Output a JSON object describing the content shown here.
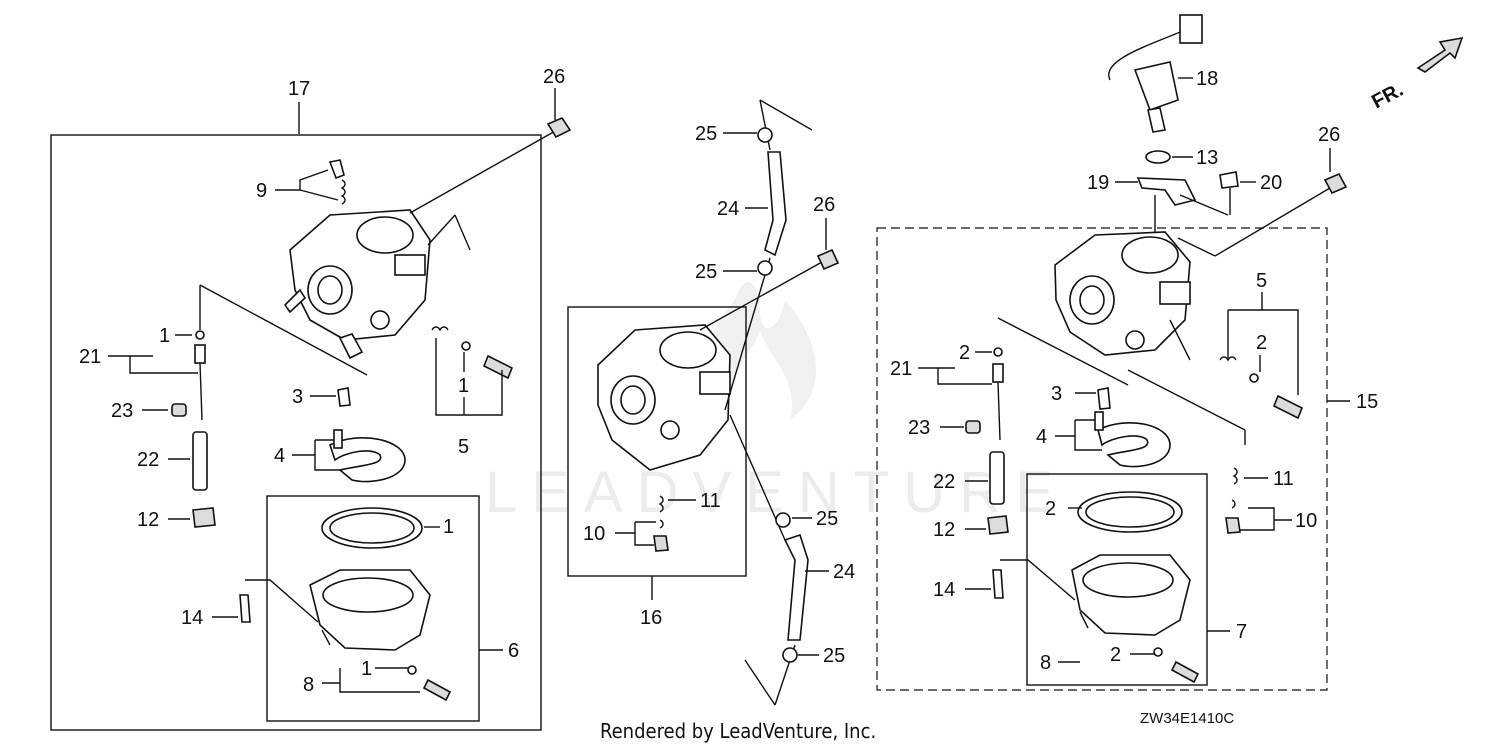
{
  "diagram": {
    "footer_text": "Rendered by LeadVenture, Inc.",
    "diagram_code": "ZW34E1410C",
    "watermark": "LEADVENTURE",
    "direction_label": "FR."
  },
  "callouts": [
    {
      "id": "c17a",
      "text": "17"
    },
    {
      "id": "c26a",
      "text": "26"
    },
    {
      "id": "c9",
      "text": "9"
    },
    {
      "id": "c1a",
      "text": "1"
    },
    {
      "id": "c21a",
      "text": "21"
    },
    {
      "id": "c23a",
      "text": "23"
    },
    {
      "id": "c22a",
      "text": "22"
    },
    {
      "id": "c12a",
      "text": "12"
    },
    {
      "id": "c3a",
      "text": "3"
    },
    {
      "id": "c4a",
      "text": "4"
    },
    {
      "id": "c1b",
      "text": "1"
    },
    {
      "id": "c5a",
      "text": "5"
    },
    {
      "id": "c1c",
      "text": "1"
    },
    {
      "id": "c6",
      "text": "6"
    },
    {
      "id": "c14a",
      "text": "14"
    },
    {
      "id": "c1d",
      "text": "1"
    },
    {
      "id": "c8a",
      "text": "8"
    },
    {
      "id": "c25a",
      "text": "25"
    },
    {
      "id": "c24a",
      "text": "24"
    },
    {
      "id": "c26b",
      "text": "26"
    },
    {
      "id": "c25b",
      "text": "25"
    },
    {
      "id": "c11a",
      "text": "11"
    },
    {
      "id": "c10a",
      "text": "10"
    },
    {
      "id": "c16",
      "text": "16"
    },
    {
      "id": "c25c",
      "text": "25"
    },
    {
      "id": "c24b",
      "text": "24"
    },
    {
      "id": "c25d",
      "text": "25"
    },
    {
      "id": "c18",
      "text": "18"
    },
    {
      "id": "c13",
      "text": "13"
    },
    {
      "id": "c19",
      "text": "19"
    },
    {
      "id": "c20",
      "text": "20"
    },
    {
      "id": "c26c",
      "text": "26"
    },
    {
      "id": "c5b",
      "text": "5"
    },
    {
      "id": "c2a",
      "text": "2"
    },
    {
      "id": "c21b",
      "text": "21"
    },
    {
      "id": "c2b",
      "text": "2"
    },
    {
      "id": "c3b",
      "text": "3"
    },
    {
      "id": "c15",
      "text": "15"
    },
    {
      "id": "c23b",
      "text": "23"
    },
    {
      "id": "c4b",
      "text": "4"
    },
    {
      "id": "c11b",
      "text": "11"
    },
    {
      "id": "c22b",
      "text": "22"
    },
    {
      "id": "c2c",
      "text": "2"
    },
    {
      "id": "c12b",
      "text": "12"
    },
    {
      "id": "c10b",
      "text": "10"
    },
    {
      "id": "c14b",
      "text": "14"
    },
    {
      "id": "c7",
      "text": "7"
    },
    {
      "id": "c2d",
      "text": "2"
    },
    {
      "id": "c8b",
      "text": "8"
    }
  ]
}
